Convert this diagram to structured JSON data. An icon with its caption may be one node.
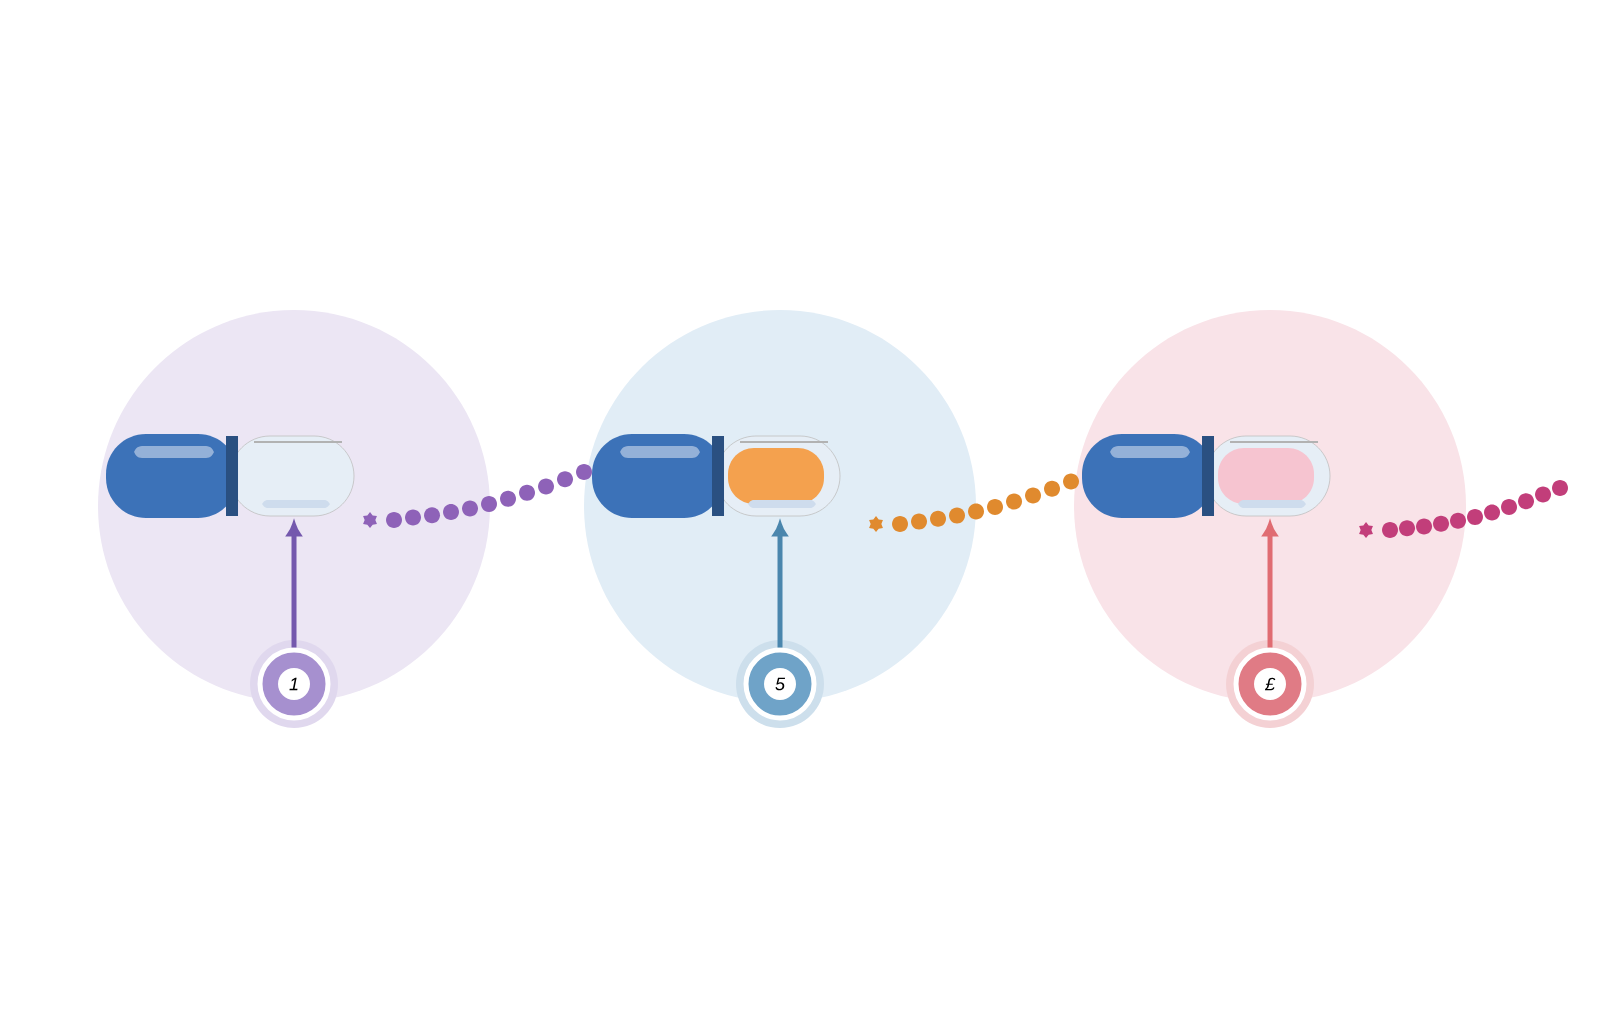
{
  "diagram": {
    "nodes": [
      {
        "text": [],
        "shape": "circle"
      },
      {
        "text": [],
        "shape": "picture",
        "in": 0
      },
      {
        "text": [
          "1"
        ]
      },
      {
        "text": [],
        "shape": "circle"
      },
      {
        "text": [],
        "shape": "picture",
        "in": 3
      },
      {
        "text": [
          "5"
        ]
      },
      {
        "text": [],
        "shape": "circle"
      },
      {
        "text": [],
        "shape": "picture",
        "in": 6
      },
      {
        "text": [
          "£"
        ]
      }
    ],
    "edges": [
      {
        "from": 2,
        "to": 1,
        "arrow": "to",
        "color": "#7458ad"
      },
      {
        "from": 5,
        "to": 4,
        "arrow": "to",
        "color": "#4a86ad"
      },
      {
        "from": 8,
        "to": 7,
        "arrow": "to",
        "color": "#e06c72"
      }
    ]
  }
}
